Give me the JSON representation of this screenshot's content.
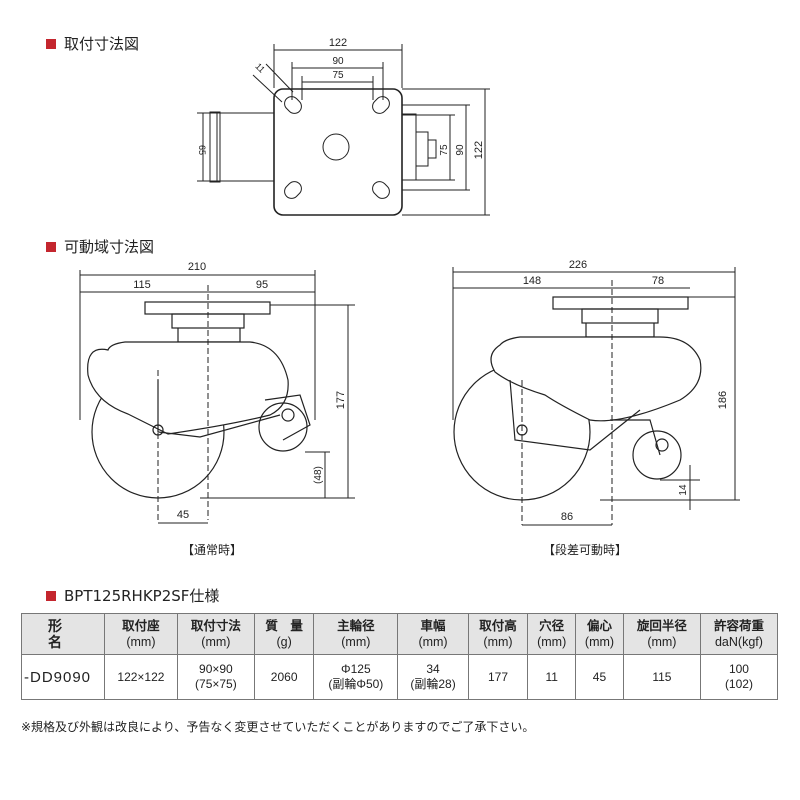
{
  "sections": {
    "mounting_title": "取付寸法図",
    "movable_title": "可動域寸法図",
    "spec_title": "BPT125RHKP2SF仕様"
  },
  "mounting_dims": {
    "w122": "122",
    "w90": "90",
    "w75": "75",
    "d11": "11",
    "h65": "65",
    "v75": "75",
    "v90": "90",
    "v122": "122"
  },
  "normal_view": {
    "caption": "【通常時】",
    "d210": "210",
    "d115": "115",
    "d95": "95",
    "d177": "177",
    "d48": "(48)",
    "d45": "45"
  },
  "step_view": {
    "caption": "【段差可動時】",
    "d226": "226",
    "d148": "148",
    "d78": "78",
    "d186": "186",
    "d14": "14",
    "d86": "86"
  },
  "spec_table": {
    "headers": [
      {
        "label": "形 名",
        "sub": ""
      },
      {
        "label": "取付座",
        "sub": "(mm)"
      },
      {
        "label": "取付寸法",
        "sub": "(mm)"
      },
      {
        "label": "質　量",
        "sub": "(g)"
      },
      {
        "label": "主輪径",
        "sub": "(mm)"
      },
      {
        "label": "車幅",
        "sub": "(mm)"
      },
      {
        "label": "取付高",
        "sub": "(mm)"
      },
      {
        "label": "穴径",
        "sub": "(mm)"
      },
      {
        "label": "偏心",
        "sub": "(mm)"
      },
      {
        "label": "旋回半径",
        "sub": "(mm)"
      },
      {
        "label": "許容荷重",
        "sub": "daN(kgf)"
      }
    ],
    "row": {
      "model": "-DD9090",
      "mount_seat": "122×122",
      "mount_dim_a": "90×90",
      "mount_dim_b": "(75×75)",
      "mass": "2060",
      "wheel_a": "Φ125",
      "wheel_b": "(副輪Φ50)",
      "width_a": "34",
      "width_b": "(副輪28)",
      "height": "177",
      "hole": "11",
      "offset": "45",
      "swivel": "115",
      "load_a": "100",
      "load_b": "(102)"
    }
  },
  "note": "※規格及び外観は改良により、予告なく変更させていただくことがありますのでご了承下さい。"
}
